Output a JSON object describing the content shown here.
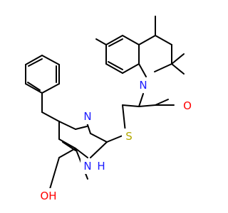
{
  "structure": {
    "background": "#ffffff",
    "bond_color": "#000000",
    "atoms": {
      "n_ring": {
        "text": "N",
        "color": "#1a1aff"
      },
      "o_ketone": {
        "text": "O",
        "color": "#ff0000"
      },
      "s_thio": {
        "text": "S",
        "color": "#b2a800"
      },
      "n_pyr": {
        "text": "N",
        "color": "#1a1aff"
      },
      "nh_pyr": {
        "text": "N",
        "color": "#1a1aff"
      },
      "h_pyr": {
        "text": "H",
        "color": "#1a1aff"
      },
      "oh_pyr": {
        "text": "OH",
        "color": "#ff0000"
      }
    }
  }
}
